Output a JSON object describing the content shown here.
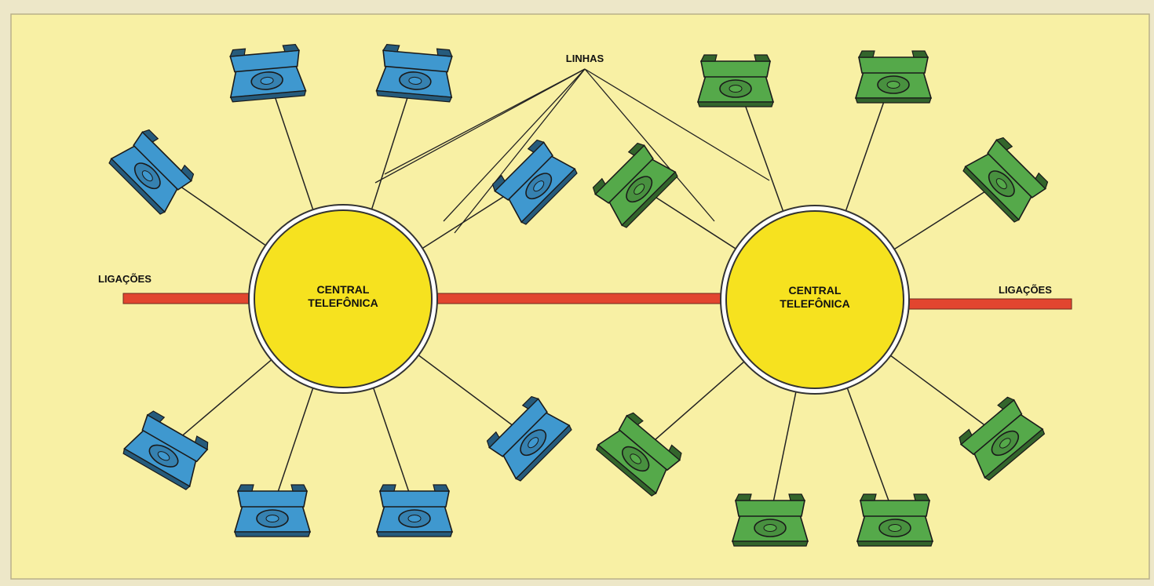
{
  "labels": {
    "lines": "LINHAS",
    "connections_left": "LIGAÇÕES",
    "connections_right": "LIGAÇÕES"
  },
  "exchanges": [
    {
      "id": "left",
      "line1": "CENTRAL",
      "line2": "TELEFÔNICA",
      "phone_color": "#3f98cf"
    },
    {
      "id": "right",
      "line1": "CENTRAL",
      "line2": "TELEFÔNICA",
      "phone_color": "#55a94a"
    }
  ],
  "colors": {
    "panel_bg": "#f8f0a4",
    "exchange_fill": "#f6e21f",
    "trunk": "#e2452f",
    "line_stroke": "#222222"
  },
  "icons": {
    "telephone": "telephone-icon"
  }
}
